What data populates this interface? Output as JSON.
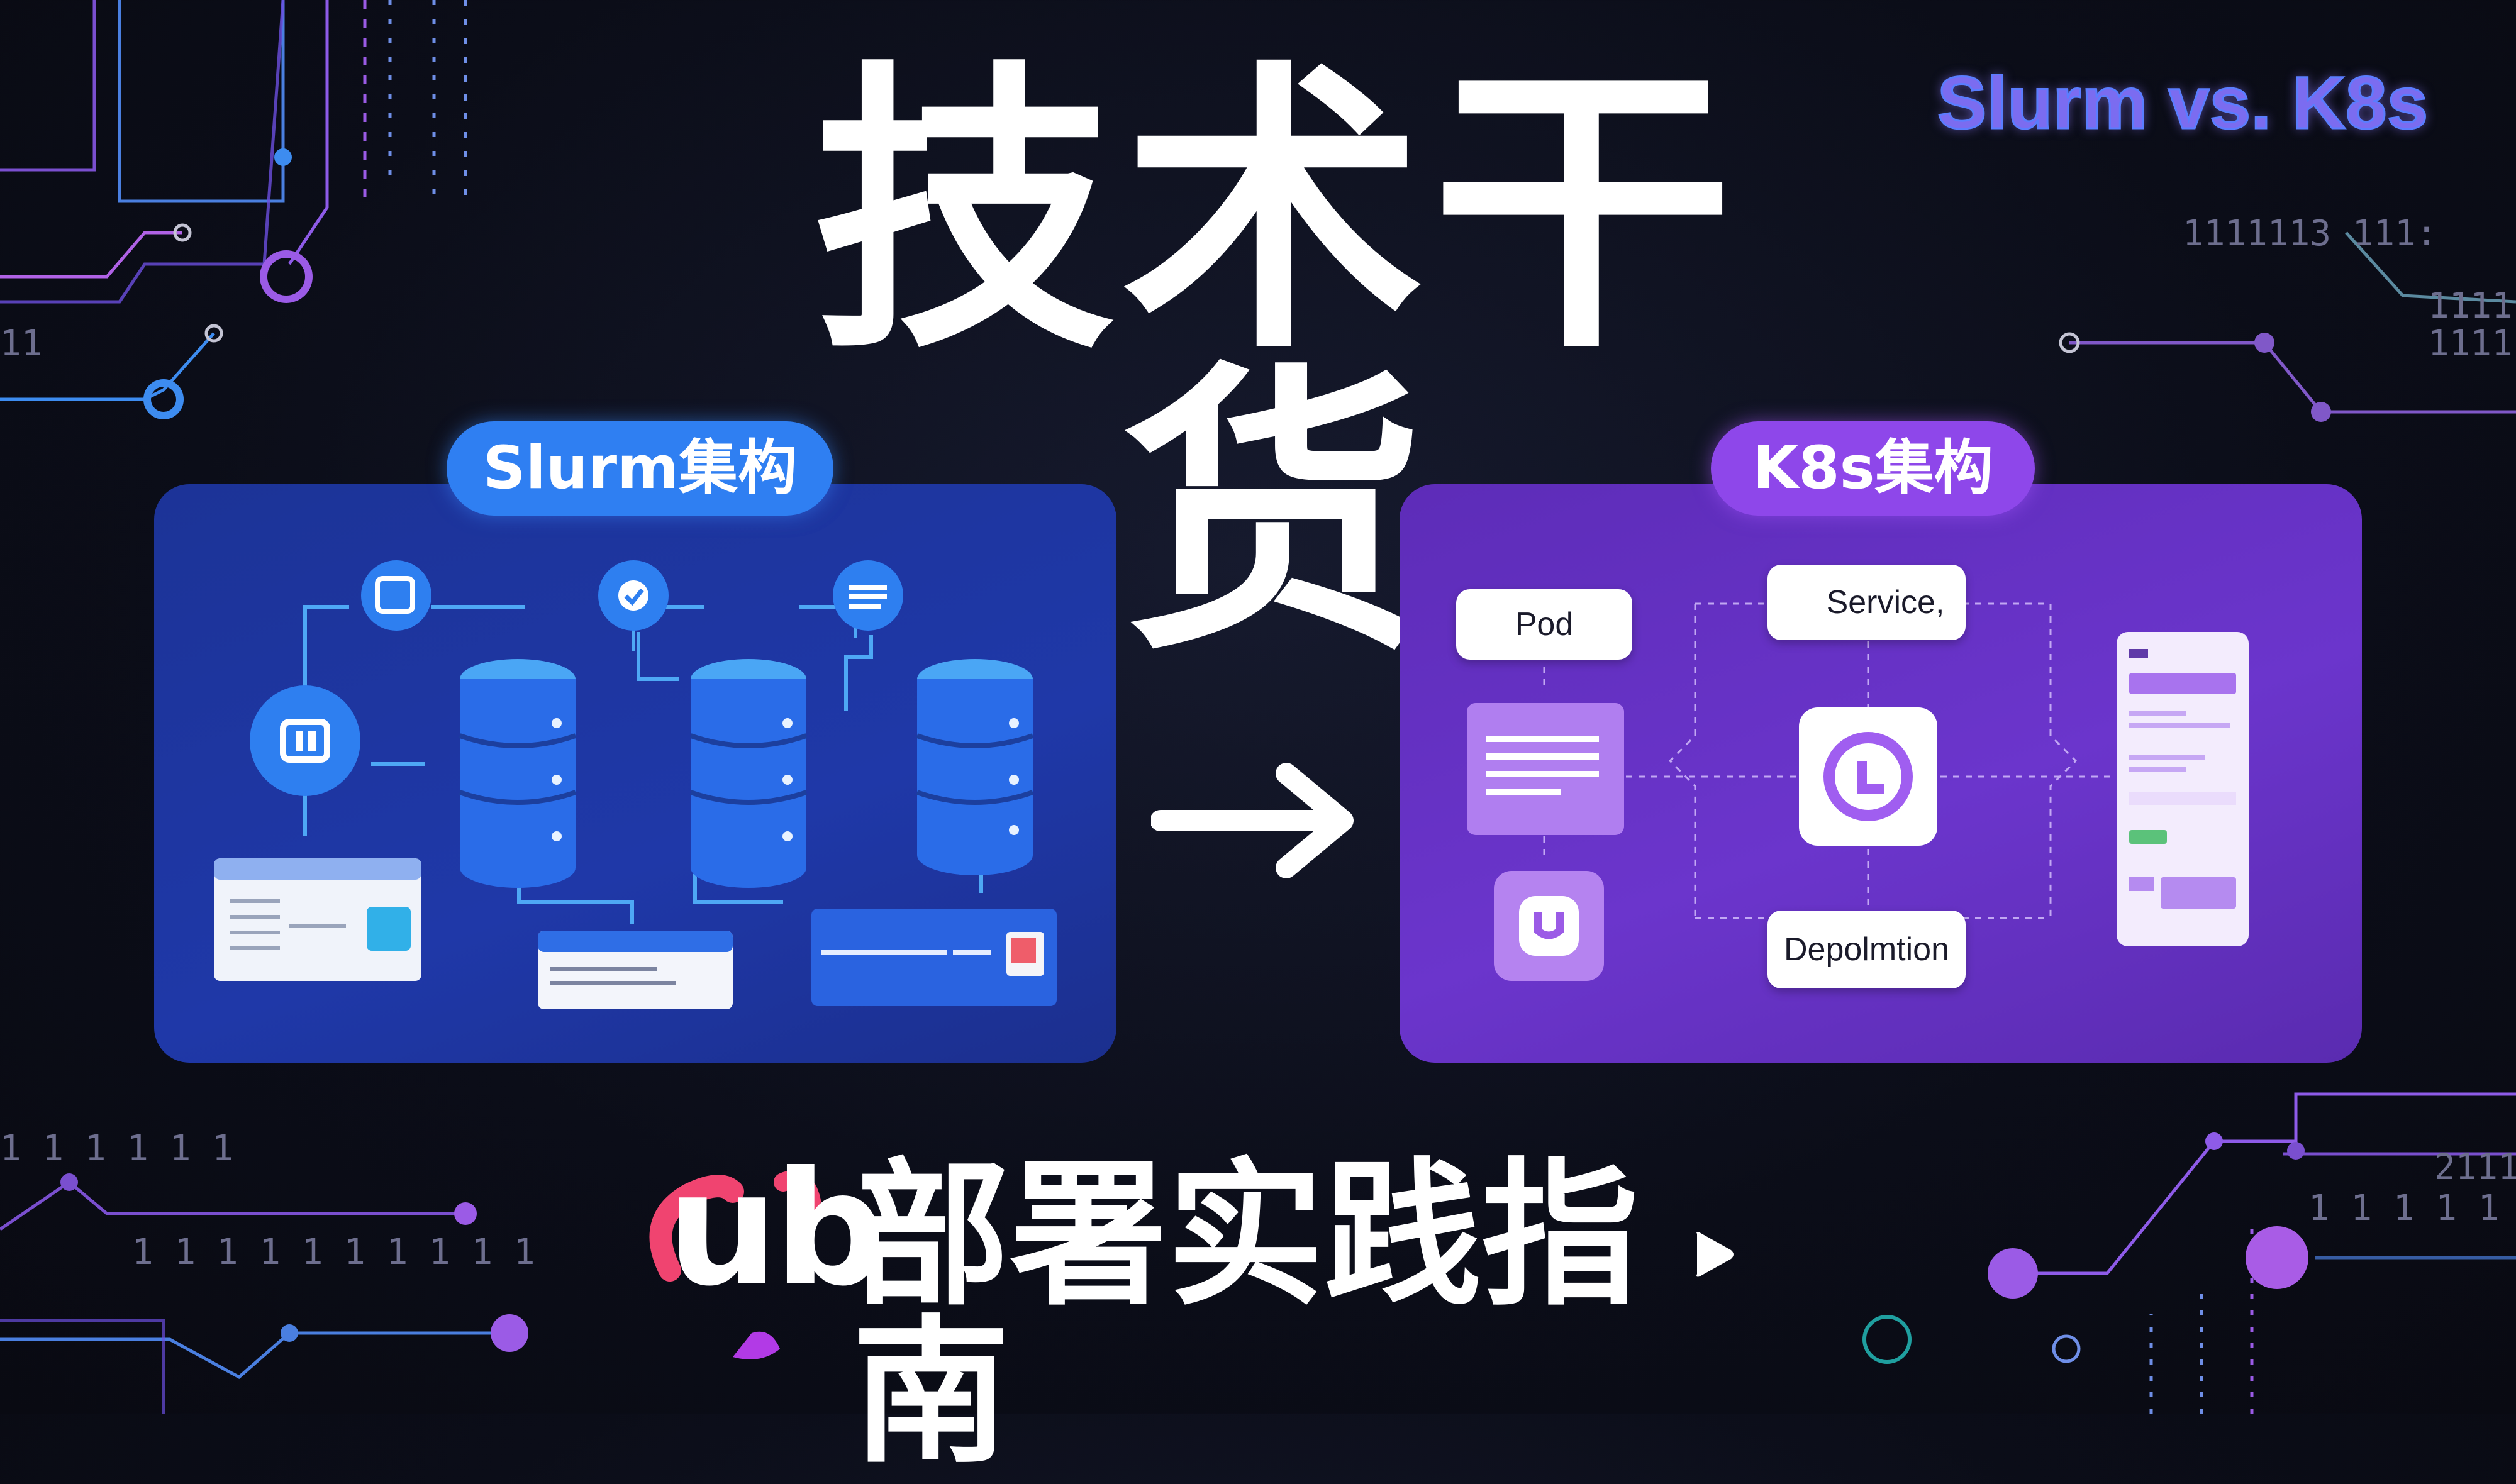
{
  "header": {
    "main_title": "技术干货",
    "comparison_title": "Slurm vs. K8s"
  },
  "left_panel": {
    "label": "Slurm集构"
  },
  "right_panel": {
    "label": "K8s集构",
    "nodes": {
      "pod": "Pod",
      "service": "Service,",
      "deployment": "Depolmtion"
    }
  },
  "footer": {
    "brand_text": "ub",
    "subtitle": "部署实践指南"
  },
  "colors": {
    "background": "#0b0d18",
    "slurm_accent": "#2f7ff2",
    "k8s_accent": "#8e47ea",
    "circuit_purple": "#9b5be6",
    "circuit_blue": "#3d8cf0"
  }
}
